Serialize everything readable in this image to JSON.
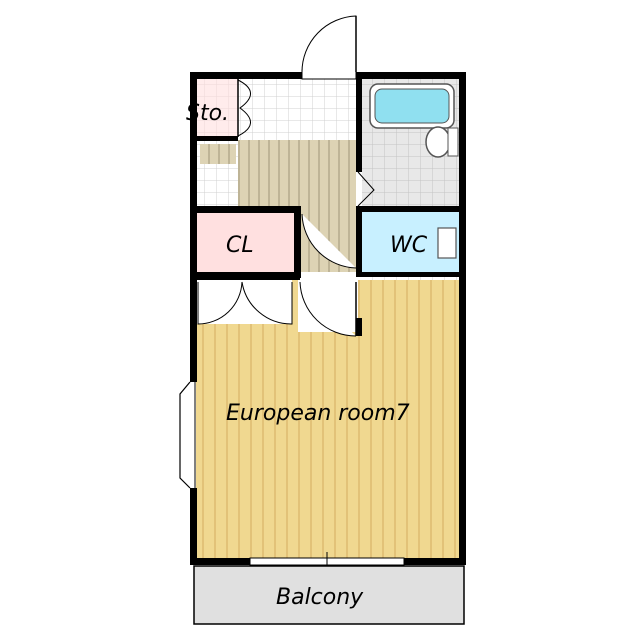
{
  "rooms": {
    "storage": "Sto.",
    "closet": "CL",
    "wc": "WC",
    "main": "European room7",
    "balcony": "Balcony"
  },
  "colors": {
    "wall": "#000000",
    "floor_wood": "#f0d890",
    "floor_line": "#e0b060",
    "tile": "#ffffff",
    "tile_grid": "#d0d0d0",
    "bath_tile": "#e8e8e8",
    "closet": "#ffe0e0",
    "wc": "#c8f0ff",
    "entry": "#d8d0b8",
    "balcony": "#e0e0e0",
    "bathtub": "#90e0f0"
  }
}
